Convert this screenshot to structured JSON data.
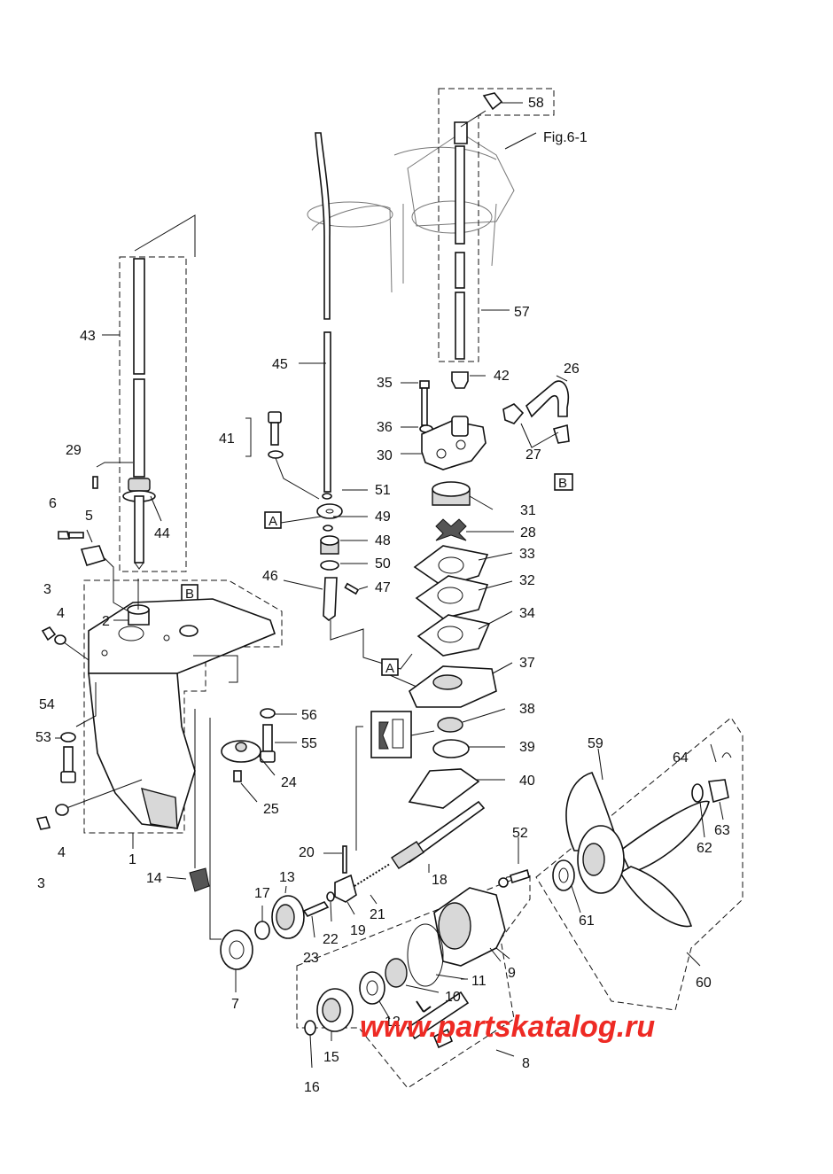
{
  "figure_ref": "Fig.6-1",
  "watermark": "www.partskatalog.ru",
  "marker_labels": {
    "A": "A",
    "B": "B"
  },
  "callouts": {
    "n1": "1",
    "n2": "2",
    "n3a": "3",
    "n3b": "3",
    "n4a": "4",
    "n4b": "4",
    "n5": "5",
    "n6": "6",
    "n7": "7",
    "n8": "8",
    "n9": "9",
    "n10": "10",
    "n11": "11",
    "n12": "12",
    "n13": "13",
    "n14": "14",
    "n15": "15",
    "n16": "16",
    "n17": "17",
    "n18": "18",
    "n19": "19",
    "n20": "20",
    "n21": "21",
    "n22": "22",
    "n23": "23",
    "n24": "24",
    "n25": "25",
    "n26": "26",
    "n27": "27",
    "n28": "28",
    "n29": "29",
    "n30": "30",
    "n31": "31",
    "n32": "32",
    "n33": "33",
    "n34": "34",
    "n35": "35",
    "n36": "36",
    "n37": "37",
    "n38": "38",
    "n39": "39",
    "n40": "40",
    "n41": "41",
    "n42": "42",
    "n43": "43",
    "n44": "44",
    "n45": "45",
    "n46": "46",
    "n47": "47",
    "n48": "48",
    "n49": "49",
    "n50": "50",
    "n51": "51",
    "n52": "52",
    "n53": "53",
    "n54": "54",
    "n55": "55",
    "n56": "56",
    "n57": "57",
    "n58": "58",
    "n59": "59",
    "n60": "60",
    "n61": "61",
    "n62": "62",
    "n63": "63",
    "n64": "64"
  }
}
